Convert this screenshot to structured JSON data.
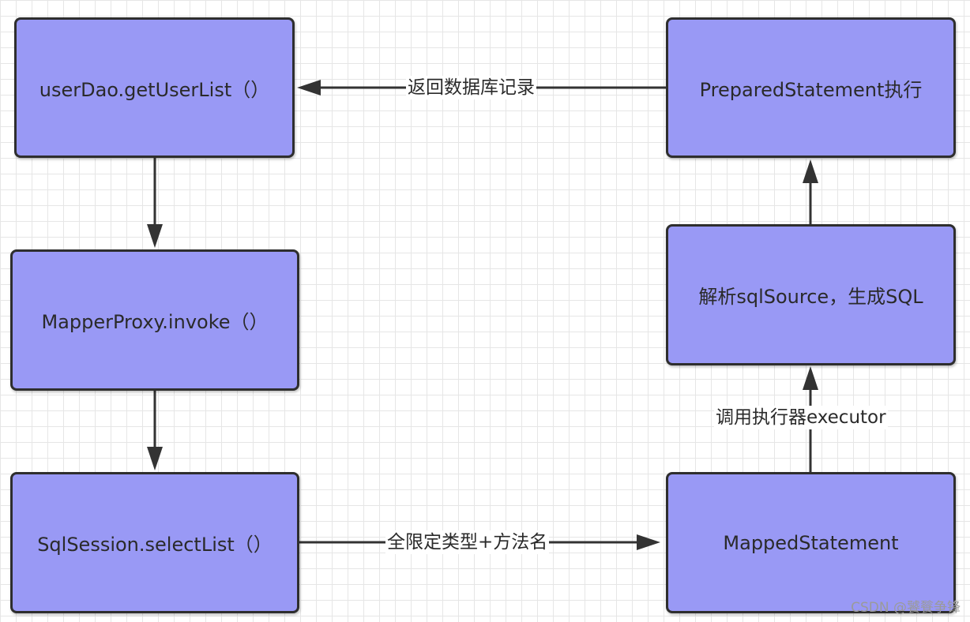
{
  "nodes": {
    "user_dao": "userDao.getUserList（）",
    "mapper_proxy": "MapperProxy.invoke（）",
    "sql_session": "SqlSession.selectList（）",
    "mapped_statement": "MappedStatement",
    "parse_sql": "解析sqlSource，生成SQL",
    "prepared_statement": "PreparedStatement执行"
  },
  "edges": {
    "return_records": "返回数据库记录",
    "full_type_method": "全限定类型+方法名",
    "call_executor": "调用执行器executor"
  },
  "watermark": "CSDN @饕餮争锋",
  "colors": {
    "node_fill": "#9999f5",
    "node_border": "#2e2e2e",
    "arrow": "#333333",
    "grid": "#e6e6e6"
  }
}
